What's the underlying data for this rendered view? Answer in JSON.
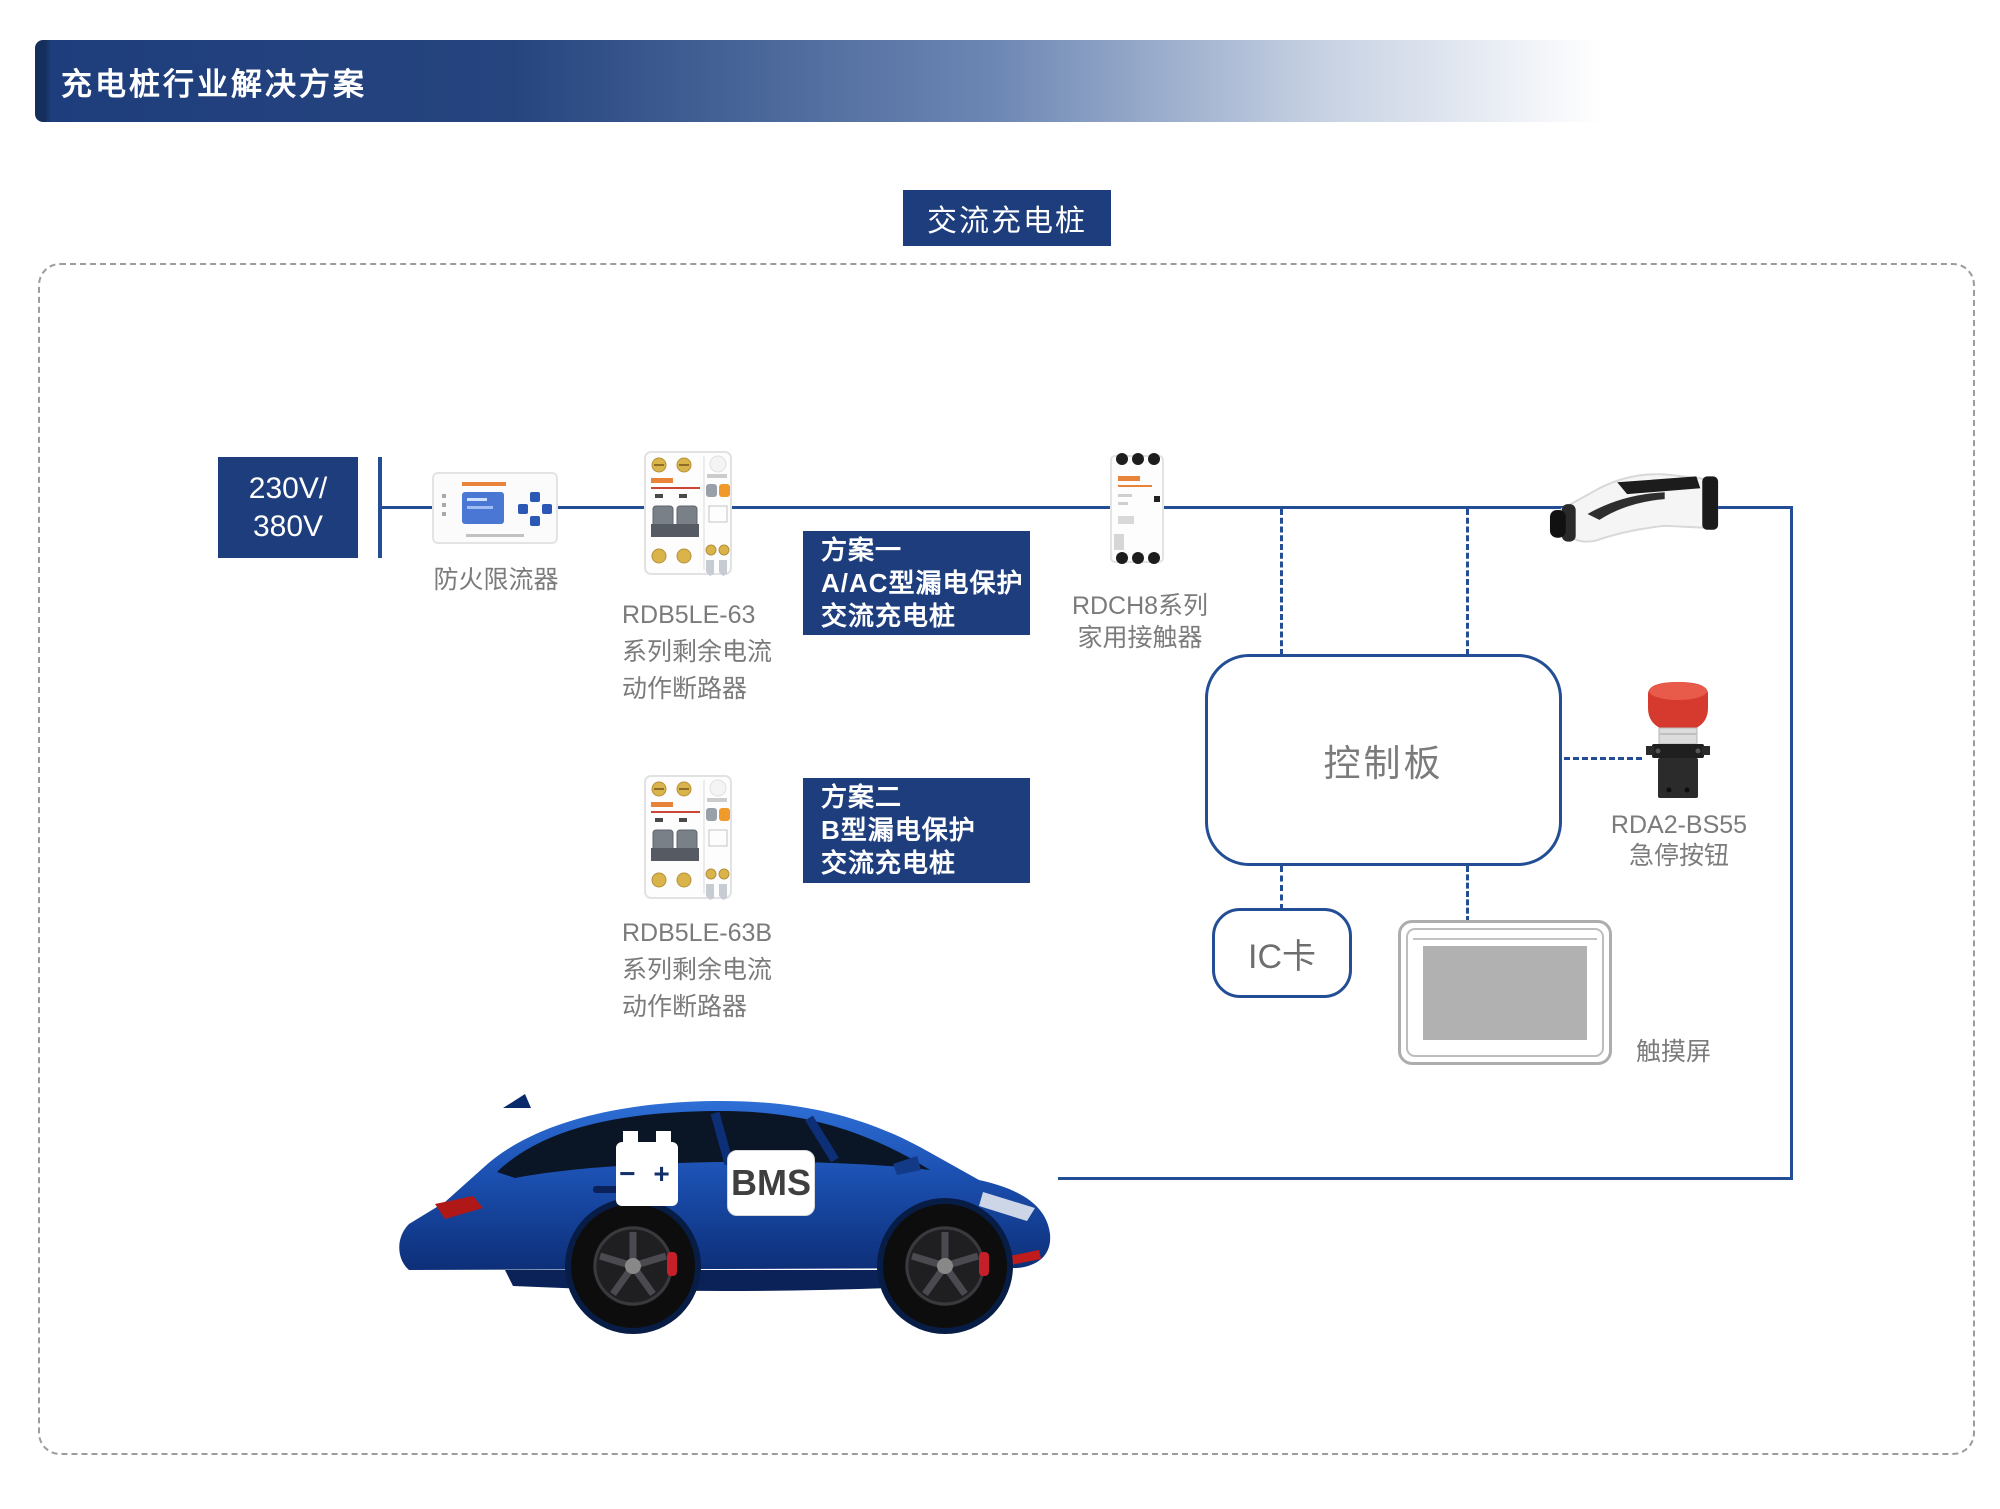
{
  "header": {
    "title": "充电桩行业解决方案"
  },
  "diagram": {
    "badge": "交流充电桩",
    "power_source": {
      "line1": "230V/",
      "line2": "380V"
    },
    "fire_limiter": {
      "label": "防火限流器"
    },
    "breaker_a": {
      "model": "RDB5LE-63",
      "desc_line1": "系列剩余电流",
      "desc_line2": "动作断路器"
    },
    "plan1": {
      "line1": "方案一",
      "line2": "A/AC型漏电保护",
      "line3": "交流充电桩"
    },
    "breaker_b": {
      "model": "RDB5LE-63B",
      "desc_line1": "系列剩余电流",
      "desc_line2": "动作断路器"
    },
    "contactor": {
      "model": "RDCH8系列",
      "desc": "家用接触器"
    },
    "plan2": {
      "line1": "方案二",
      "line2": "B型漏电保护",
      "line3": "交流充电桩"
    },
    "control_board": {
      "label": "控制板"
    },
    "estop": {
      "model": "RDA2-BS55",
      "desc": "急停按钮"
    },
    "ic_card": {
      "label": "IC卡"
    },
    "touch_screen": {
      "label": "触摸屏"
    },
    "vehicle": {
      "bms_label": "BMS",
      "battery_symbol": "− +"
    }
  },
  "colors": {
    "navy": "#1e3d7c",
    "line_blue": "#234e96",
    "label_gray": "#7b7b7b",
    "estop_red": "#d63a2e",
    "accent_orange": "#e8833a",
    "screen_gray": "#b1b1b1"
  }
}
